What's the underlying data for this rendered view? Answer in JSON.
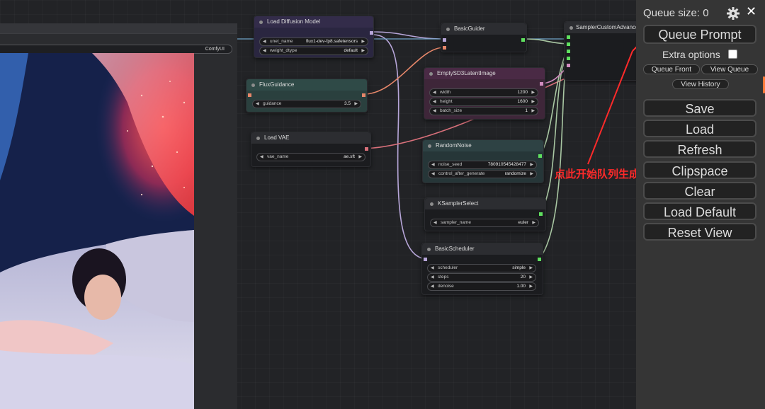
{
  "canvas": {
    "preview": {
      "value": "ComfyUI"
    },
    "nodes": {
      "load_diffusion_model": {
        "title": "Load Diffusion Model",
        "widgets": [
          {
            "label": "unet_name",
            "value": "flux1-dev-fp8.safetensors"
          },
          {
            "label": "weight_dtype",
            "value": "default"
          }
        ]
      },
      "basic_guider": {
        "title": "BasicGuider"
      },
      "sampler_custom_advanced": {
        "title": "SamplerCustomAdvanced"
      },
      "flux_guidance": {
        "title": "FluxGuidance",
        "widgets": [
          {
            "label": "guidance",
            "value": "3.5"
          }
        ]
      },
      "empty_sd3_latent": {
        "title": "EmptySD3LatentImage",
        "widgets": [
          {
            "label": "width",
            "value": "1200"
          },
          {
            "label": "height",
            "value": "1600"
          },
          {
            "label": "batch_size",
            "value": "1"
          }
        ]
      },
      "load_vae": {
        "title": "Load VAE",
        "widgets": [
          {
            "label": "vae_name",
            "value": "ae.sft"
          }
        ]
      },
      "random_noise": {
        "title": "RandomNoise",
        "widgets": [
          {
            "label": "noise_seed",
            "value": "780910545428477"
          },
          {
            "label": "control_after_generate",
            "value": "randomize"
          }
        ]
      },
      "ksampler_select": {
        "title": "KSamplerSelect",
        "widgets": [
          {
            "label": "sampler_name",
            "value": "euler"
          }
        ]
      },
      "basic_scheduler": {
        "title": "BasicScheduler",
        "widgets": [
          {
            "label": "scheduler",
            "value": "simple"
          },
          {
            "label": "steps",
            "value": "20"
          },
          {
            "label": "denoise",
            "value": "1.00"
          }
        ]
      }
    },
    "arrows": {
      "left": "◀",
      "right": "▶"
    }
  },
  "panel": {
    "queue_size": "Queue size: 0",
    "close": "✕",
    "queue_prompt": "Queue Prompt",
    "extra_options": "Extra options",
    "queue_front": "Queue Front",
    "view_queue": "View Queue",
    "view_history": "View History",
    "buttons": {
      "save": "Save",
      "load": "Load",
      "refresh": "Refresh",
      "clipspace": "Clipspace",
      "clear": "Clear",
      "load_default": "Load Default",
      "reset_view": "Reset View"
    }
  },
  "annotation": {
    "text": "点此开始队列生成",
    "color": "#ff2a2a"
  },
  "colors": {
    "accent_green": "#5fe05f",
    "model_purple": "#332c4a",
    "guidance_teal": "#2f4a47",
    "latent_magenta": "#4a2a45",
    "noise_teal": "#2e4244"
  }
}
